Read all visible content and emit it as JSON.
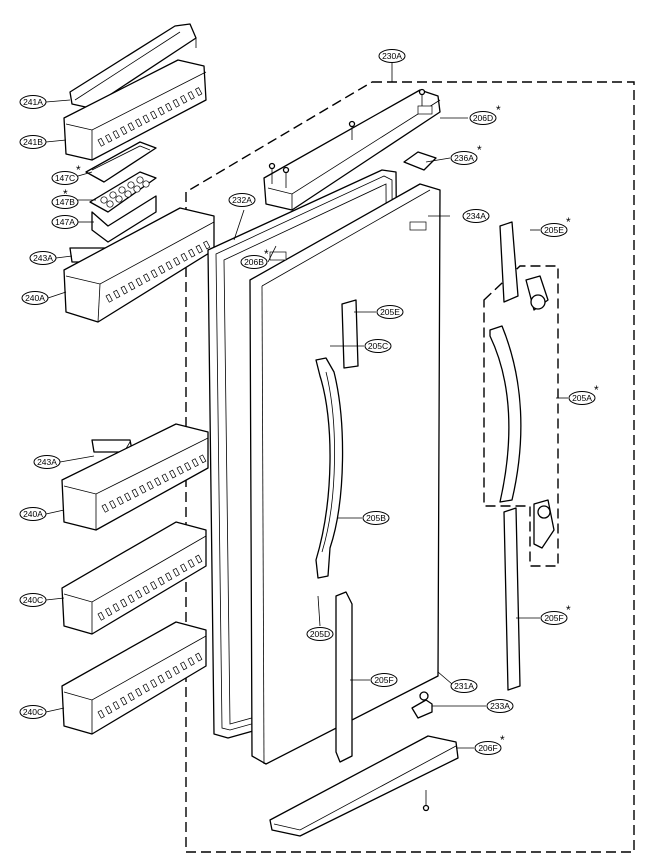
{
  "labels": {
    "230A": "230A",
    "241A": "241A",
    "241B": "241B",
    "147C": "147C",
    "147B": "147B",
    "147A": "147A",
    "243A_top": "243A",
    "240A_top": "240A",
    "243A_mid": "243A",
    "240A_mid": "240A",
    "240C_upper": "240C",
    "240C_lower": "240C",
    "206D": "206D",
    "236A": "236A",
    "232A": "232A",
    "234A": "234A",
    "205E_right": "205E",
    "206B": "206B",
    "205E_door": "205E",
    "205C": "205C",
    "205A": "205A",
    "205B": "205B",
    "205F_right": "205F",
    "205D": "205D",
    "205F_door": "205F",
    "231A": "231A",
    "233A": "233A",
    "206F": "206F"
  },
  "asterisk": "*"
}
